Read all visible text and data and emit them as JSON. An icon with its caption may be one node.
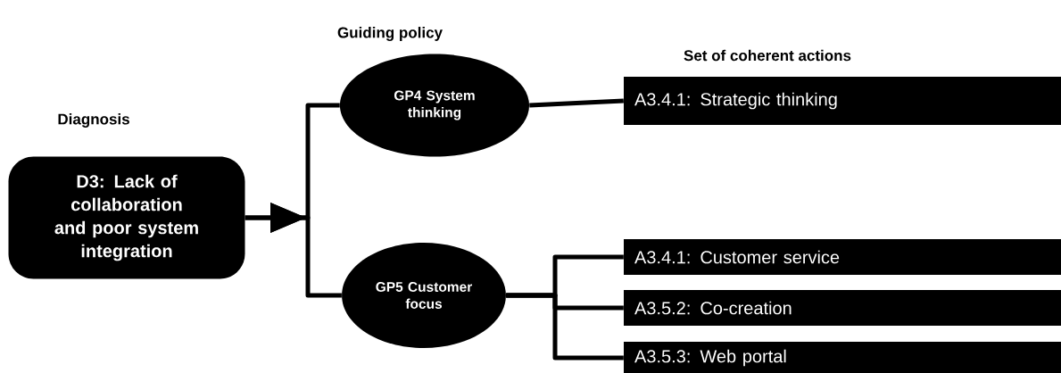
{
  "diagram": {
    "nodes": [
      {
        "text": [
          "D3: Lack of collaboration and poor system integration"
        ]
      },
      {
        "text": [
          "GP4 System thinking"
        ]
      },
      {
        "text": [
          "GP5 Customer focus"
        ]
      },
      {
        "text": [
          "A3.4.1: Strategic thinking"
        ]
      },
      {
        "text": [
          "A3.4.1: Customer service"
        ]
      },
      {
        "text": [
          "A3.5.2: Co-creation"
        ]
      },
      {
        "text": [
          "A3.5.3: Web portal"
        ]
      }
    ],
    "edges": [
      {
        "from": 0,
        "to": 1,
        "arrow": "to"
      },
      {
        "from": 0,
        "to": 2,
        "arrow": "to"
      },
      {
        "from": 1,
        "to": 3,
        "arrow": "none"
      },
      {
        "from": 2,
        "to": 4,
        "arrow": "none"
      },
      {
        "from": 2,
        "to": 5,
        "arrow": "none"
      },
      {
        "from": 2,
        "to": 6,
        "arrow": "none"
      }
    ],
    "labels": [
      "Guiding policy",
      "Set of coherent actions",
      "Diagnosis"
    ]
  }
}
